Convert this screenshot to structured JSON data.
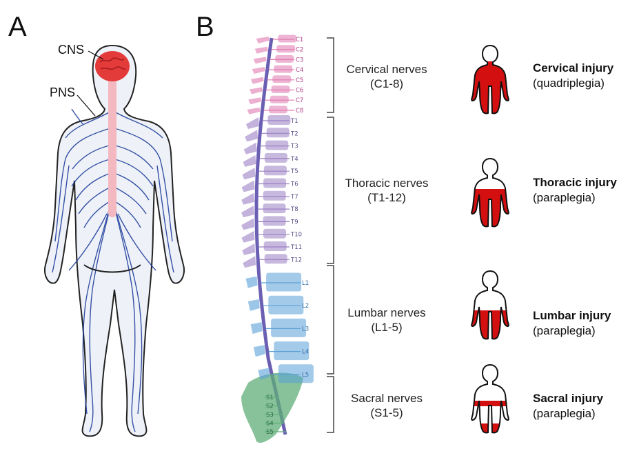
{
  "panels": {
    "a": "A",
    "b": "B"
  },
  "callouts": {
    "cns": "CNS",
    "pns": "PNS"
  },
  "vertebrae": {
    "cervical": [
      "C1",
      "C2",
      "C3",
      "C4",
      "C5",
      "C6",
      "C7",
      "C8"
    ],
    "thoracic": [
      "T1",
      "T2",
      "T3",
      "T4",
      "T5",
      "T6",
      "T7",
      "T8",
      "T9",
      "T10",
      "T11",
      "T12"
    ],
    "lumbar": [
      "L1",
      "L2",
      "L3",
      "L4",
      "L5"
    ],
    "sacral": [
      "S1",
      "S2",
      "S3",
      "S4",
      "S5"
    ]
  },
  "groups": [
    {
      "line1": "Cervical nerves",
      "line2": "(C1-8)"
    },
    {
      "line1": "Thoracic nerves",
      "line2": "(T1-12)"
    },
    {
      "line1": "Lumbar nerves",
      "line2": "(L1-5)"
    },
    {
      "line1": "Sacral nerves",
      "line2": "(S1-5)"
    }
  ],
  "injuries": [
    {
      "title": "Cervical injury",
      "sub": "(quadriplegia)"
    },
    {
      "title": "Thoracic injury",
      "sub": "(paraplegia)"
    },
    {
      "title": "Lumbar injury",
      "sub": "(paraplegia)"
    },
    {
      "title": "Sacral injury",
      "sub": "(paraplegia)"
    }
  ],
  "colors": {
    "cervical": "#e07ab0",
    "thoracic": "#9b7fc4",
    "lumbar": "#5aa0d8",
    "sacral": "#5fae78",
    "nerve": "#1f3f9e",
    "injury": "#d40f0f",
    "cord": "#f3b8c0"
  }
}
